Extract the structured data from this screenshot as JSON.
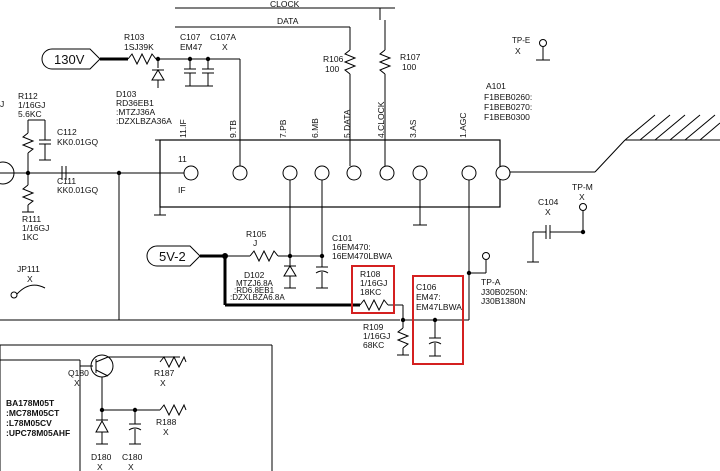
{
  "top_signals": {
    "clock": "CLOCK",
    "data": "DATA"
  },
  "supply_labels": {
    "v130": "130V",
    "v5": "5V-2"
  },
  "tp_e": {
    "name": "TP-E",
    "value": "X"
  },
  "tp_m": {
    "name": "TP-M",
    "value": "X"
  },
  "tp_a": {
    "name": "TP-A",
    "values": [
      "J30B0250N:",
      "J30B1380N"
    ]
  },
  "tuner": {
    "ref": "A101",
    "parts": [
      "F1BEB0260:",
      "F1BEB0270:",
      "F1BEB0300"
    ],
    "pins": [
      {
        "num": "11",
        "name": "11.IF"
      },
      {
        "num": "9",
        "name": "9.TB"
      },
      {
        "num": "7",
        "name": "7.PB"
      },
      {
        "num": "6",
        "name": "6.MB"
      },
      {
        "num": "5",
        "name": "5.DATA"
      },
      {
        "num": "4",
        "name": "4.CLOCK"
      },
      {
        "num": "3",
        "name": "3.AS"
      },
      {
        "num": "1",
        "name": "1.AGC"
      }
    ],
    "pin11_label": "11",
    "if_label": "IF"
  },
  "components": {
    "r103": [
      "R103",
      "1SJ39K"
    ],
    "c107": [
      "C107",
      "EM47"
    ],
    "c107a": [
      "C107A",
      "X"
    ],
    "d103": [
      "D103",
      "RD36EB1",
      ":MTZJ36A",
      ":DZXLBZA36A"
    ],
    "r106": [
      "R106",
      "100"
    ],
    "r107": [
      "R107",
      "100"
    ],
    "r112": [
      "R112",
      "1/16GJ",
      "5.6KC"
    ],
    "r112_prefix": "J",
    "c112": [
      "C112",
      "KK0.01GQ"
    ],
    "c111": [
      "C111",
      "KK0.01GQ"
    ],
    "r111": [
      "R111",
      "1/16GJ",
      "1KC"
    ],
    "c104": [
      "C104",
      "X"
    ],
    "r105": [
      "R105",
      "J"
    ],
    "c101": [
      "C101",
      "16EM470:",
      "16EM470LBWA"
    ],
    "d102": [
      "D102",
      "MTZJ6.8A",
      ":RD6.8EB1",
      ":DZXLBZA6.8A"
    ],
    "r108": [
      "R108",
      "1/16GJ",
      "18KC"
    ],
    "c106": [
      "C106",
      "EM47:",
      "EM47LBWA"
    ],
    "r109": [
      "R109",
      "1/16GJ",
      "68KC"
    ],
    "jp111": [
      "JP111",
      "X"
    ],
    "q180": [
      "Q180",
      "X"
    ],
    "r187": [
      "R187",
      "X"
    ],
    "r188": [
      "R188",
      "X"
    ],
    "d180": [
      "D180",
      "X"
    ],
    "c180": [
      "C180",
      "X"
    ],
    "regulator": [
      "BA178M05T",
      ":MC78M05CT",
      ":L78M05CV",
      ":UPC78M05AHF"
    ]
  },
  "highlight_color": "#d42020"
}
